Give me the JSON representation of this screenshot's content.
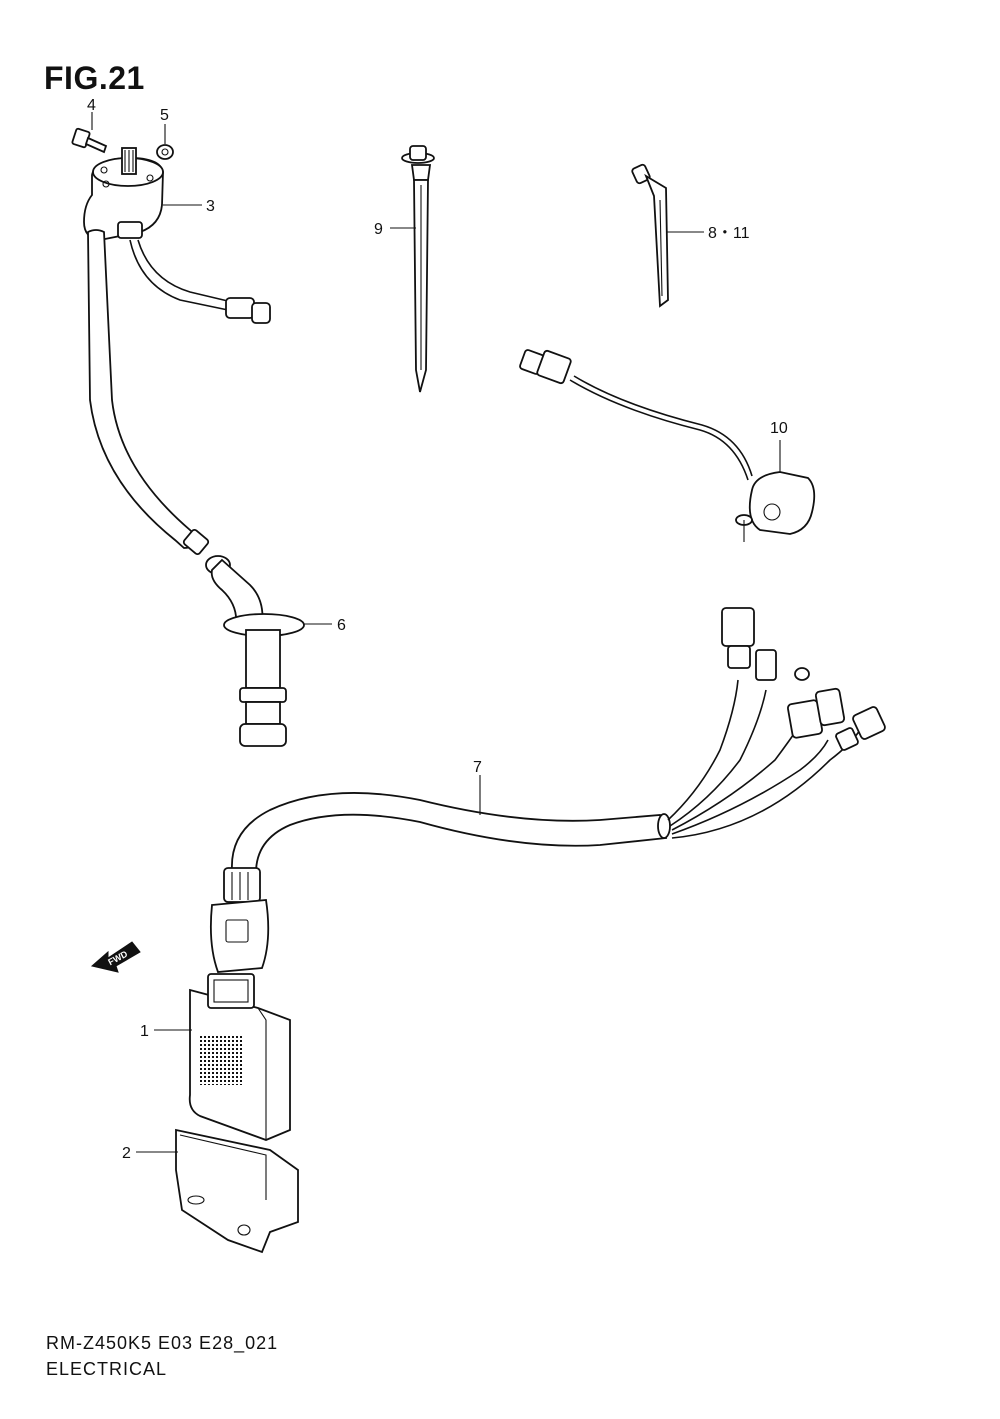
{
  "figure": {
    "title": "FIG.21",
    "code": "RM-Z450K5 E03 E28_021",
    "name": "ELECTRICAL"
  },
  "callouts": {
    "p1": "1",
    "p2": "2",
    "p3": "3",
    "p4": "4",
    "p5": "5",
    "p6": "6",
    "p7": "7",
    "p8_11": "8・11",
    "p9": "9",
    "p10": "10"
  },
  "fwd_label": "FWD"
}
